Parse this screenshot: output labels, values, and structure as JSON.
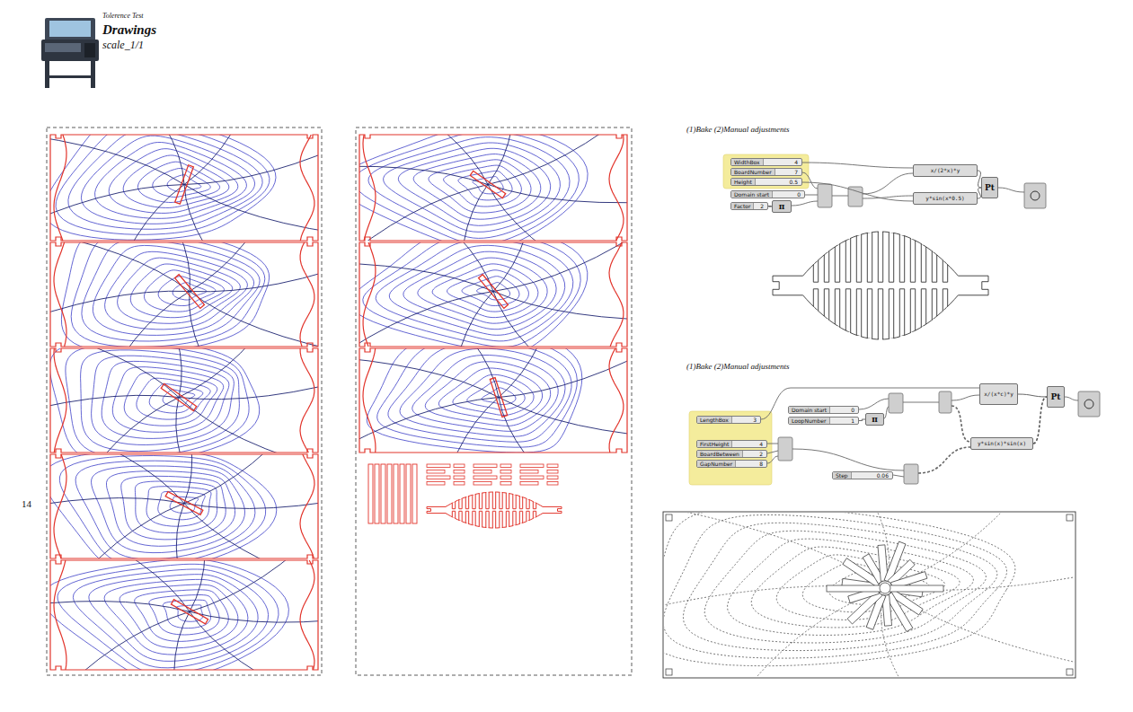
{
  "diagram": {
    "title": "Drawings",
    "nodes": [
      {
        "text": [
          "WidthBox",
          "4"
        ]
      },
      {
        "text": [
          "BoardNumber",
          "7"
        ]
      },
      {
        "text": [
          "Height",
          "0.5"
        ]
      },
      {
        "text": [
          "Domain start",
          "0"
        ]
      },
      {
        "text": [
          "Factor",
          "2"
        ]
      },
      {
        "text": [
          "π"
        ]
      },
      {
        "text": [
          "x/(2*x)*y"
        ]
      },
      {
        "text": [
          "y*sin(x*0.5)"
        ]
      },
      {
        "text": [
          "Pt"
        ]
      },
      {
        "text": [
          "Domain start",
          "0"
        ]
      },
      {
        "text": [
          "LoopNumber",
          "1"
        ]
      },
      {
        "text": [
          "π"
        ]
      },
      {
        "text": [
          "LengthBox",
          "3"
        ]
      },
      {
        "text": [
          "FirstHeight",
          "4"
        ]
      },
      {
        "text": [
          "BoardBetween",
          "2"
        ]
      },
      {
        "text": [
          "GapNumber",
          "8"
        ]
      },
      {
        "text": [
          "Step",
          "0.06"
        ]
      },
      {
        "text": [
          "x/(x*c)*y"
        ]
      },
      {
        "text": [
          "y*sin(x)*sin(x)"
        ]
      },
      {
        "text": [
          "Pt"
        ]
      }
    ],
    "edges": [
      {
        "from": 4,
        "to": 5,
        "arrow": "none"
      },
      {
        "from": 6,
        "to": 8,
        "arrow": "none"
      },
      {
        "from": 7,
        "to": 8,
        "arrow": "none"
      },
      {
        "from": 10,
        "to": 11,
        "arrow": "none"
      },
      {
        "from": 17,
        "to": 19,
        "arrow": "none"
      },
      {
        "from": 18,
        "to": 19,
        "arrow": "none"
      }
    ],
    "labels": [
      "Tolerence Test",
      "scale_1/1",
      "14",
      "(1)Bake (2)Manual adjustments",
      "(1)Bake (2)Manual adjustments"
    ]
  }
}
